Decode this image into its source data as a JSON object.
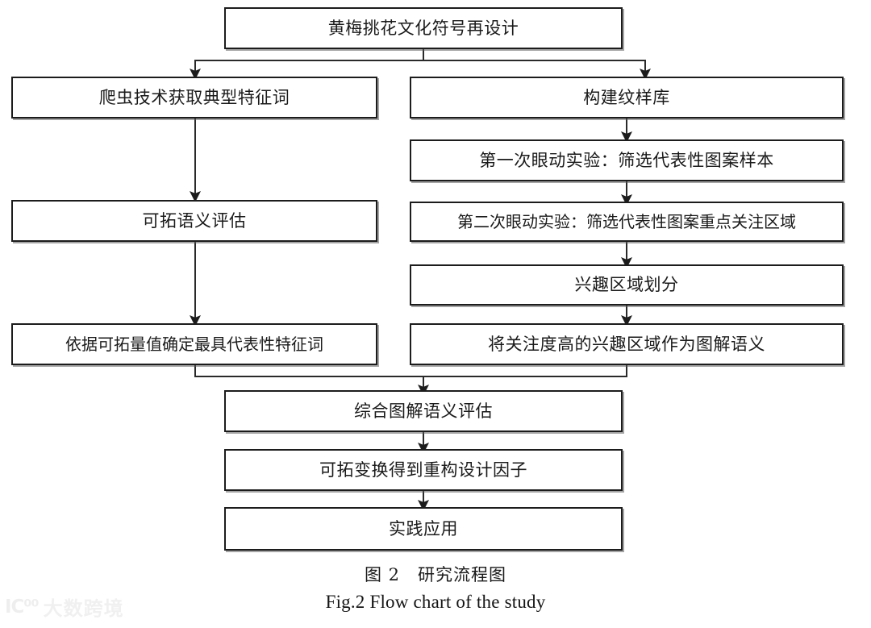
{
  "figure": {
    "type": "flowchart",
    "orientation": "top-down, two parallel branches merging",
    "nodes": [
      {
        "id": "root",
        "label": "黄梅挑花文化符号再设计"
      },
      {
        "id": "l1",
        "label": "爬虫技术获取典型特征词"
      },
      {
        "id": "l2",
        "label": "可拓语义评估"
      },
      {
        "id": "l3",
        "label": "依据可拓量值确定最具代表性特征词"
      },
      {
        "id": "r1",
        "label": "构建纹样库"
      },
      {
        "id": "r2",
        "label": "第一次眼动实验：筛选代表性图案样本"
      },
      {
        "id": "r3",
        "label": "第二次眼动实验：筛选代表性图案重点关注区域"
      },
      {
        "id": "r4",
        "label": "兴趣区域划分"
      },
      {
        "id": "r5",
        "label": "将关注度高的兴趣区域作为图解语义"
      },
      {
        "id": "m1",
        "label": "综合图解语义评估"
      },
      {
        "id": "m2",
        "label": "可拓变换得到重构设计因子"
      },
      {
        "id": "m3",
        "label": "实践应用"
      }
    ],
    "edges": [
      {
        "from": "root",
        "to": "l1"
      },
      {
        "from": "root",
        "to": "r1"
      },
      {
        "from": "l1",
        "to": "l2"
      },
      {
        "from": "l2",
        "to": "l3"
      },
      {
        "from": "r1",
        "to": "r2"
      },
      {
        "from": "r2",
        "to": "r3"
      },
      {
        "from": "r3",
        "to": "r4"
      },
      {
        "from": "r4",
        "to": "r5"
      },
      {
        "from": "l3",
        "to": "m1"
      },
      {
        "from": "r5",
        "to": "m1"
      },
      {
        "from": "m1",
        "to": "m2"
      },
      {
        "from": "m2",
        "to": "m3"
      }
    ]
  },
  "caption": {
    "chinese": "图 2　研究流程图",
    "english": "Fig.2 Flow chart of the study"
  },
  "watermark": {
    "glyph": "IC⁰⁰",
    "text": "大数跨境"
  },
  "colors": {
    "background": "#ffffff",
    "box_border": "#1c1c1c",
    "box_fill": "#ffffff",
    "text": "#1a1a1a",
    "connector": "#2a2a2a",
    "watermark": "#cfcfcf"
  }
}
